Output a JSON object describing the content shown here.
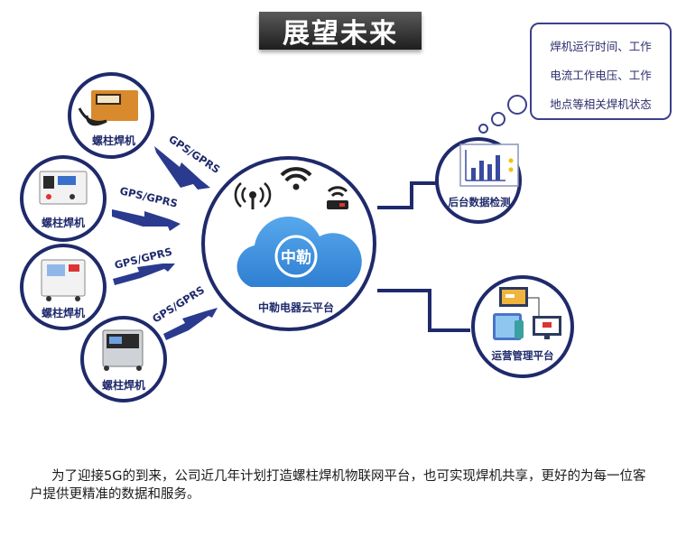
{
  "title": "展望未来",
  "thought_bubble": {
    "lines": [
      "焊机运行时间、工作",
      "电流工作电压、工作",
      "地点等相关焊机状态"
    ]
  },
  "machines": [
    {
      "label": "螺柱焊机",
      "link": "GPS/GPRS"
    },
    {
      "label": "螺柱焊机",
      "link": "GPS/GPRS"
    },
    {
      "label": "螺柱焊机",
      "link": "GPS/GPRS"
    },
    {
      "label": "螺柱焊机",
      "link": "GPS/GPRS"
    }
  ],
  "cloud": {
    "logo_text": "中勒",
    "label": "中勒电器云平台"
  },
  "backend": {
    "label": "后台数据检测"
  },
  "ops": {
    "label": "运营管理平台"
  },
  "description": "为了迎接5G的到来，公司近几年计划打造螺柱焊机物联网平台，也可实现焊机共享，更好的为每一位客户提供更精准的数据和服务。",
  "colors": {
    "navy": "#1f2a6b",
    "cloud_blue": "#3f8fdc",
    "arrow_blue": "#2a3a8f",
    "orange": "#d98a2c"
  },
  "icons": [
    "signal-tower-icon",
    "wifi-icon",
    "router-icon",
    "cloud-icon",
    "bar-chart-icon",
    "monitor-icon",
    "tablet-icon"
  ]
}
